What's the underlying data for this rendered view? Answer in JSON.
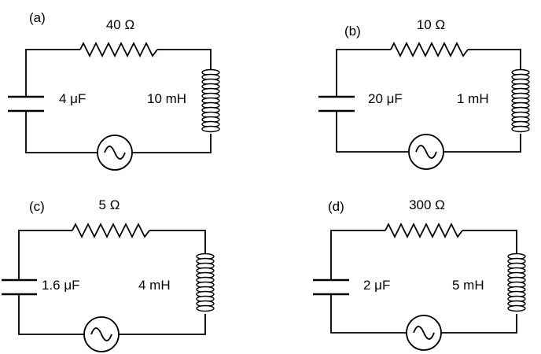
{
  "circuits": [
    {
      "id": "a",
      "label": "(a)",
      "resistance": "40 Ω",
      "capacitance": "4 μF",
      "inductance": "10 mH"
    },
    {
      "id": "b",
      "label": "(b)",
      "resistance": "10 Ω",
      "capacitance": "20 μF",
      "inductance": "1 mH"
    },
    {
      "id": "c",
      "label": "(c)",
      "resistance": "5 Ω",
      "capacitance": "1.6 μF",
      "inductance": "4 mH"
    },
    {
      "id": "d",
      "label": "(d)",
      "resistance": "300 Ω",
      "capacitance": "2 μF",
      "inductance": "5 mH"
    }
  ]
}
